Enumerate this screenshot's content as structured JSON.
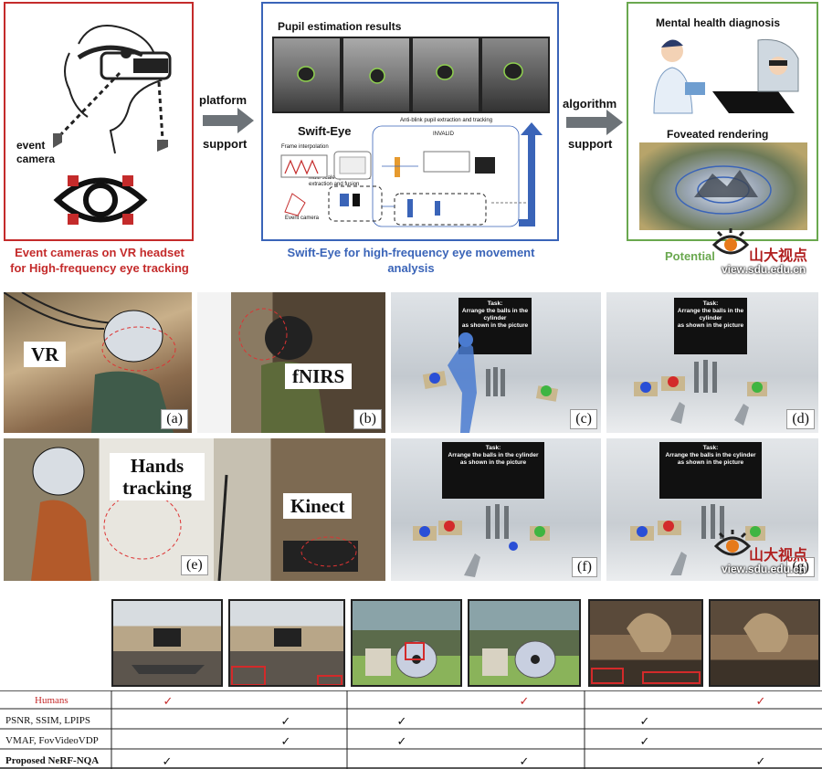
{
  "top": {
    "left_caption": "Event cameras on VR headset for High-frequency eye tracking",
    "left_label": "event camera",
    "arrow1": {
      "top": "platform",
      "bottom": "support"
    },
    "arrow2": {
      "top": "algorithm",
      "bottom": "support"
    },
    "center_title": "Pupil estimation results",
    "center_caption": "Swift-Eye for high-frequency eye movement analysis",
    "swift_eye_title": "Swift-Eye",
    "diagram_labels": {
      "frame_interp": "Frame interpolation",
      "multiscale": "Multi-scale spatial feature extraction and fusion",
      "anti_blink": "Anti-blink pupil extraction and tracking",
      "invalid": "INVALID",
      "event_camera": "Event camera"
    },
    "right_title1": "Mental health diagnosis",
    "right_title2": "Foveated rendering",
    "right_caption": "Potential"
  },
  "middle": {
    "labels": {
      "vr": "VR",
      "fnirs": "fNIRS",
      "hands": "Hands tracking",
      "kinect": "Kinect"
    },
    "panel_tags": [
      "(a)",
      "(b)",
      "(c)",
      "(d)",
      "(e)",
      "(f)",
      "(g)"
    ],
    "task_text": "Task:\nArrange the balls in the cylinder\nas shown in the picture"
  },
  "table": {
    "rows": [
      {
        "label": "Humans",
        "checks": [
          false,
          false,
          true,
          false,
          false,
          true,
          false,
          true,
          false
        ]
      },
      {
        "label": "PSNR, SSIM, LPIPS",
        "checks": [
          false,
          true,
          false,
          true,
          false,
          false,
          false,
          true,
          false
        ]
      },
      {
        "label": "VMAF, FovVideoVDP",
        "checks": [
          false,
          true,
          false,
          true,
          false,
          false,
          false,
          true,
          false
        ]
      },
      {
        "label": "Proposed NeRF-NQA",
        "checks": [
          true,
          false,
          false,
          false,
          false,
          true,
          false,
          false,
          true
        ]
      }
    ],
    "check_mark": "✓",
    "check_mark_red": "✓"
  },
  "watermark": {
    "brand": "山大视点",
    "url": "view.sdu.edu.cn"
  },
  "colors": {
    "red": "#c42b2b",
    "blue": "#3a64b8",
    "green": "#6aa84f",
    "arrow": "#6d7378"
  }
}
